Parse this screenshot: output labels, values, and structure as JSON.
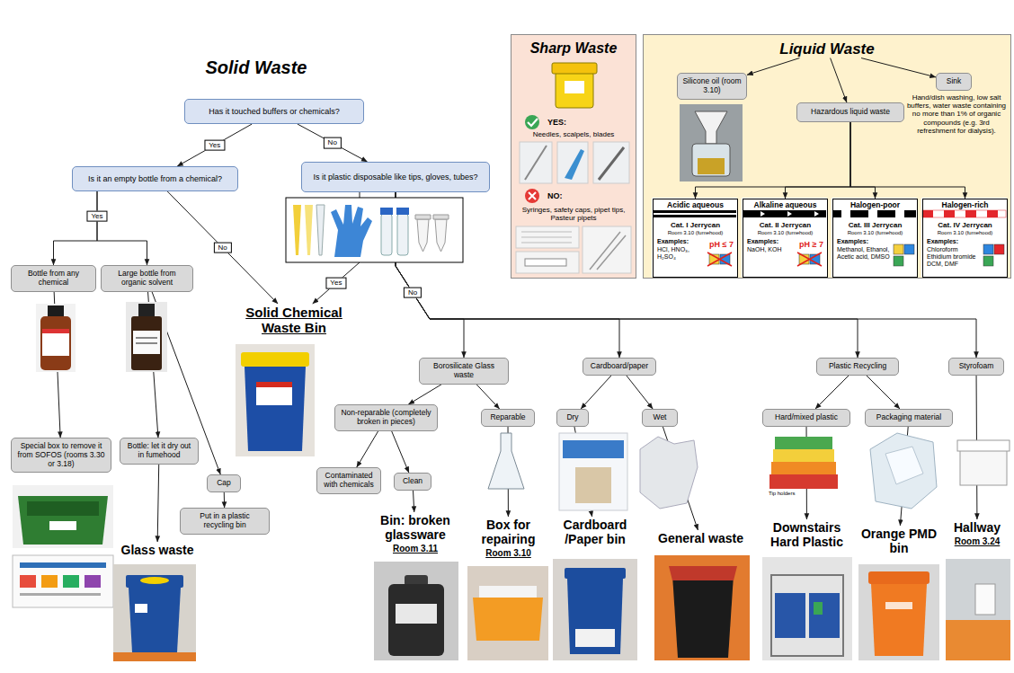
{
  "diagram": {
    "nodes": [
      {
        "text": [
          "Has it touched buffers or chemicals?"
        ]
      },
      {
        "text": [
          "Is it an empty bottle from a chemical?"
        ]
      },
      {
        "text": [
          "Is it plastic disposable like tips, gloves, tubes?"
        ]
      },
      {
        "text": [
          "Bottle from any chemical"
        ]
      },
      {
        "text": [
          "Large bottle from organic solvent"
        ]
      },
      {
        "text": [
          "Special box to remove it from SOFOS (rooms 3.30 or 3.18)"
        ]
      },
      {
        "text": [
          "Bottle: let it dry out in fumehood"
        ]
      },
      {
        "text": [
          "Cap"
        ]
      },
      {
        "text": [
          "Put in a plastic recycling bin"
        ]
      },
      {
        "text": [
          "Glass waste"
        ]
      },
      {
        "text": [
          "Solid Chemical Waste Bin"
        ]
      },
      {
        "text": [
          "Borosilicate Glass waste"
        ]
      },
      {
        "text": [
          "Non-reparable (completely broken in pieces)"
        ]
      },
      {
        "text": [
          "Reparable"
        ]
      },
      {
        "text": [
          "Contaminated with chemicals"
        ]
      },
      {
        "text": [
          "Clean"
        ]
      },
      {
        "text": [
          "Bin: broken glassware",
          "Room 3.11"
        ]
      },
      {
        "text": [
          "Box for repairing",
          "Room 3.10"
        ]
      },
      {
        "text": [
          "Cardboard/paper"
        ]
      },
      {
        "text": [
          "Dry"
        ]
      },
      {
        "text": [
          "Wet"
        ]
      },
      {
        "text": [
          "Cardboard /Paper bin"
        ]
      },
      {
        "text": [
          "General waste"
        ]
      },
      {
        "text": [
          "Plastic Recycling"
        ]
      },
      {
        "text": [
          "Hard/mixed plastic"
        ]
      },
      {
        "text": [
          "Packaging material"
        ]
      },
      {
        "text": [
          "Downstairs Hard Plastic"
        ]
      },
      {
        "text": [
          "Orange PMD bin"
        ]
      },
      {
        "text": [
          "Styrofoam"
        ]
      },
      {
        "text": [
          "Hallway",
          "Room 3.24"
        ]
      },
      {
        "text": [
          "Sharp Waste",
          "YES:",
          "Needles, scalpels, blades",
          "NO:",
          "Syringes, safety caps, pipet tips, Pasteur pipets"
        ]
      },
      {
        "text": [
          "Liquid Waste"
        ]
      },
      {
        "text": [
          "Silicone oil (room 3.10)"
        ],
        "in": 31
      },
      {
        "text": [
          "Hazardous liquid waste"
        ],
        "in": 31
      },
      {
        "text": [
          "Sink"
        ],
        "in": 31
      },
      {
        "text": [
          "Acidic aqueous",
          "Cat. I Jerrycan",
          "Room 3.10 (fumehood)",
          "Examples:",
          "HCl, HNO₃, H₂SO₄",
          "pH ≤ 7"
        ],
        "in": 31
      },
      {
        "text": [
          "Alkaline aqueous",
          "Cat. II Jerrycan",
          "Room 3.10 (fumehood)",
          "Examples:",
          "NaOH, KOH",
          "pH ≥ 7"
        ],
        "in": 31
      },
      {
        "text": [
          "Halogen-poor",
          "Cat. III Jerrycan",
          "Room 3.10 (fumehood)",
          "Examples:",
          "Methanol, Ethanol, Acetic acid, DMSO"
        ],
        "in": 31
      },
      {
        "text": [
          "Halogen-rich",
          "Cat. IV Jerrycan",
          "Room 3.10 (fumehood)",
          "Examples:",
          "Chloroform Ethidium bromide DCM, DMF"
        ],
        "in": 31
      }
    ],
    "edges": [
      {
        "from": 0,
        "to": 1,
        "arrow": "to",
        "label": "Yes"
      },
      {
        "from": 0,
        "to": 2,
        "arrow": "to",
        "label": "No"
      },
      {
        "from": 1,
        "to": 3,
        "arrow": "to",
        "label": "Yes"
      },
      {
        "from": 1,
        "to": 4,
        "arrow": "to"
      },
      {
        "from": 1,
        "to": 10,
        "arrow": "to",
        "label": "No"
      },
      {
        "from": 2,
        "to": 10,
        "arrow": "to",
        "label": "Yes"
      },
      {
        "from": 2,
        "to": 11,
        "arrow": "to",
        "label": "No"
      },
      {
        "from": 2,
        "to": 18,
        "arrow": "to"
      },
      {
        "from": 2,
        "to": 23,
        "arrow": "to"
      },
      {
        "from": 2,
        "to": 28,
        "arrow": "to"
      },
      {
        "from": 3,
        "to": 5,
        "arrow": "to"
      },
      {
        "from": 4,
        "to": 6,
        "arrow": "to"
      },
      {
        "from": 4,
        "to": 7,
        "arrow": "to"
      },
      {
        "from": 6,
        "to": 9,
        "arrow": "to"
      },
      {
        "from": 7,
        "to": 8,
        "arrow": "to"
      },
      {
        "from": 11,
        "to": 12,
        "arrow": "to"
      },
      {
        "from": 11,
        "to": 13,
        "arrow": "to"
      },
      {
        "from": 12,
        "to": 14,
        "arrow": "to"
      },
      {
        "from": 12,
        "to": 15,
        "arrow": "to"
      },
      {
        "from": 15,
        "to": 16,
        "arrow": "to"
      },
      {
        "from": 13,
        "to": 17,
        "arrow": "to"
      },
      {
        "from": 18,
        "to": 19,
        "arrow": "to"
      },
      {
        "from": 18,
        "to": 20,
        "arrow": "to"
      },
      {
        "from": 19,
        "to": 21,
        "arrow": "to"
      },
      {
        "from": 20,
        "to": 22,
        "arrow": "to"
      },
      {
        "from": 23,
        "to": 24,
        "arrow": "to"
      },
      {
        "from": 23,
        "to": 25,
        "arrow": "to"
      },
      {
        "from": 24,
        "to": 26,
        "arrow": "to"
      },
      {
        "from": 25,
        "to": 27,
        "arrow": "to"
      },
      {
        "from": 28,
        "to": 29,
        "arrow": "to"
      },
      {
        "from": 31,
        "to": 32,
        "arrow": "to"
      },
      {
        "from": 31,
        "to": 33,
        "arrow": "to"
      },
      {
        "from": 31,
        "to": 34,
        "arrow": "to"
      },
      {
        "from": 33,
        "to": 35,
        "arrow": "to"
      },
      {
        "from": 33,
        "to": 36,
        "arrow": "to"
      },
      {
        "from": 33,
        "to": 37,
        "arrow": "to"
      },
      {
        "from": 33,
        "to": 38,
        "arrow": "to"
      }
    ],
    "labels": [
      "Solid Waste",
      "Hand/dish washing, low salt buffers, water waste containing no more than 1% of organic compounds (e.g. 3rd refreshment for dialysis).",
      "Tip holders"
    ]
  }
}
